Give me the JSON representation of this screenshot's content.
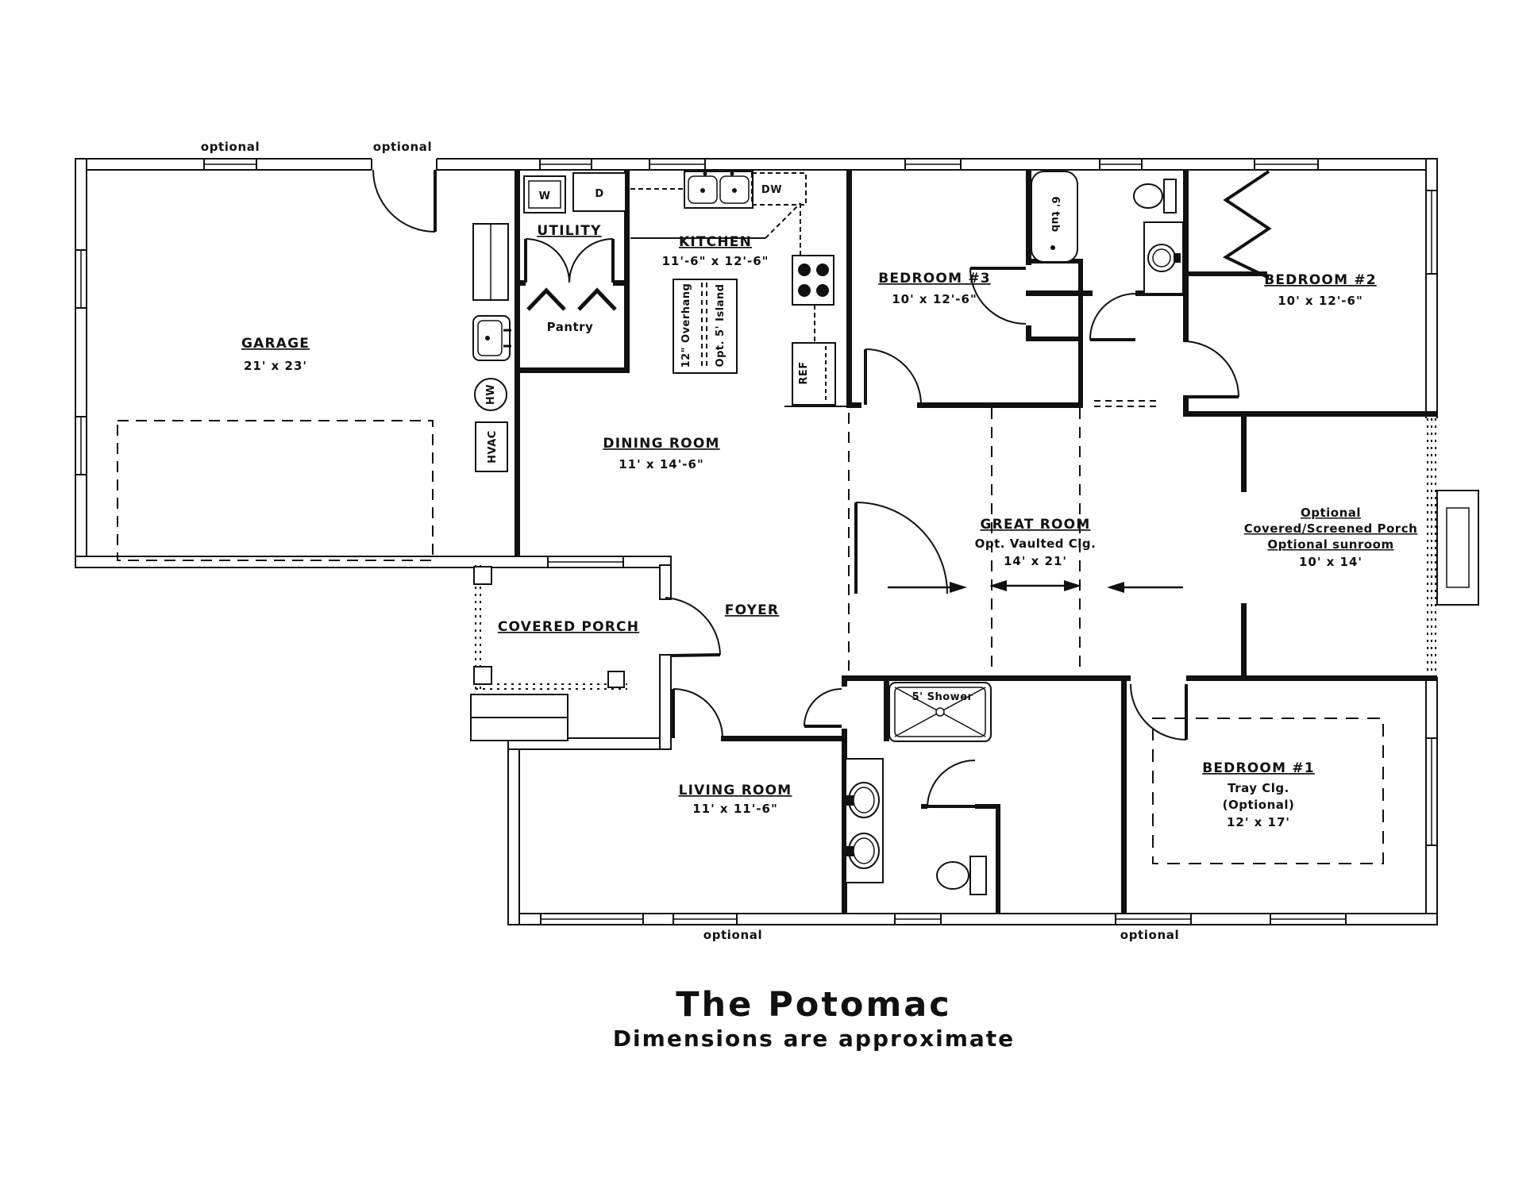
{
  "title": {
    "name": "The Potomac",
    "subtitle": "Dimensions are approximate"
  },
  "annotations": {
    "optional_top_left": "optional",
    "optional_top_right": "optional",
    "optional_bottom_left": "optional",
    "optional_bottom_right": "optional"
  },
  "rooms": {
    "garage": {
      "name": "GARAGE",
      "dims": "21' x 23'"
    },
    "utility": {
      "name": "UTILITY"
    },
    "pantry": {
      "name": "Pantry"
    },
    "kitchen": {
      "name": "KITCHEN",
      "dims": "11'-6\" x 12'-6\""
    },
    "dining_room": {
      "name": "DINING ROOM",
      "dims": "11' x 14'-6\""
    },
    "bedroom_3": {
      "name": "BEDROOM #3",
      "dims": "10' x 12'-6\""
    },
    "bedroom_2": {
      "name": "BEDROOM #2",
      "dims": "10' x 12'-6\""
    },
    "great_room": {
      "name": "GREAT ROOM",
      "ceiling": "Opt. Vaulted Clg.",
      "dims": "14' x 21'"
    },
    "optional_porch": {
      "line1": "Optional",
      "line2": "Covered/Screened Porch",
      "line3": "Optional sunroom",
      "dims": "10' x 14'"
    },
    "covered_porch": {
      "name": "COVERED PORCH"
    },
    "foyer": {
      "name": "FOYER"
    },
    "living_room": {
      "name": "LIVING ROOM",
      "dims": "11' x 11'-6\""
    },
    "bedroom_1": {
      "name": "BEDROOM #1",
      "ceiling": "Tray Clg.",
      "ceiling_note": "(Optional)",
      "dims": "12' x 17'"
    }
  },
  "fixtures": {
    "washer": "W",
    "dryer": "D",
    "dishwasher": "DW",
    "refrigerator": "REF",
    "water_heater": "HW",
    "hvac": "HVAC",
    "tub": "6' tub",
    "shower": "5' Shower",
    "island_overhang": "12\" Overhang",
    "island": "Opt. 5' Island"
  }
}
